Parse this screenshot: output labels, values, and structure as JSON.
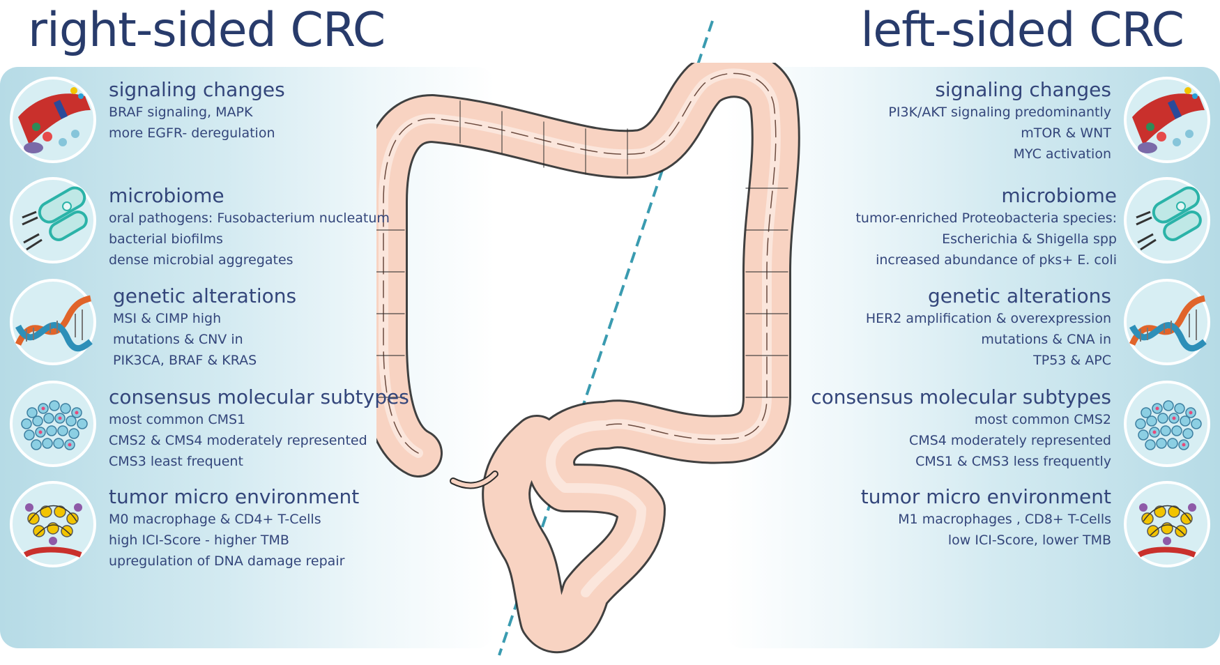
{
  "titles": {
    "left": "right-sided CRC",
    "right": "left-sided CRC"
  },
  "left": {
    "signaling": {
      "heading": "signaling changes",
      "lines": [
        "BRAF signaling, MAPK",
        "more EGFR- deregulation"
      ]
    },
    "microbiome": {
      "heading": "microbiome",
      "lines": [
        "oral pathogens: Fusobacterium nucleatum",
        "bacterial biofilms",
        "dense microbial aggregates"
      ]
    },
    "genetic": {
      "heading": "genetic alterations",
      "lines": [
        "MSI & CIMP high",
        "mutations & CNV  in",
        "PIK3CA, BRAF & KRAS"
      ]
    },
    "cms": {
      "heading": "consensus molecular subtypes",
      "lines": [
        "most common CMS1",
        "CMS2 & CMS4 moderately represented",
        "CMS3 least frequent"
      ]
    },
    "tme": {
      "heading": "tumor micro environment",
      "lines": [
        "M0 macrophage & CD4+ T-Cells",
        "high ICI-Score - higher TMB",
        "upregulation of DNA damage repair"
      ]
    }
  },
  "right": {
    "signaling": {
      "heading": "signaling changes",
      "lines": [
        "PI3K/AKT signaling predominantly",
        "mTOR  & WNT",
        "MYC activation"
      ]
    },
    "microbiome": {
      "heading": "microbiome",
      "lines": [
        "tumor-enriched Proteobacteria species:",
        "Escherichia & Shigella spp",
        "increased abundance of pks+ E. coli"
      ]
    },
    "genetic": {
      "heading": "genetic alterations",
      "lines": [
        "HER2 amplification & overexpression",
        "mutations & CNA in",
        "TP53 & APC"
      ]
    },
    "cms": {
      "heading": "consensus molecular subtypes",
      "lines": [
        "most common CMS2",
        "CMS4 moderately represented",
        "CMS1 & CMS3 less frequently"
      ]
    },
    "tme": {
      "heading": "tumor micro environment",
      "lines": [
        "M1 macrophages , CD8+ T-Cells",
        "low ICI-Score, lower TMB"
      ]
    }
  },
  "icons": {
    "signaling": "cell-signaling-icon",
    "microbiome": "bacteria-icon",
    "genetic": "dna-helix-icon",
    "cms": "cell-cluster-icon",
    "tme": "tumor-microenvironment-icon"
  },
  "colors": {
    "title": "#283b6b",
    "text": "#33457a",
    "panel": "#b6dbe6",
    "colon_fill": "#f8d3c2",
    "colon_stroke": "#2b2b2b",
    "divider": "#3a9bb0"
  }
}
